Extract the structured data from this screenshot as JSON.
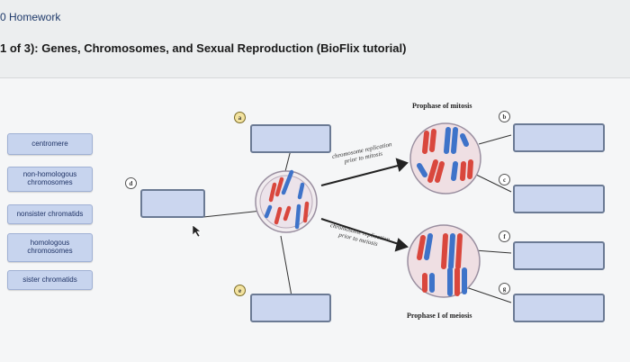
{
  "header": {
    "course": "0 Homework"
  },
  "assignment": {
    "title": "1 of 3): Genes, Chromosomes, and Sexual Reproduction (BioFlix tutorial)"
  },
  "labels": [
    "centromere",
    "non-homologous chromosomes",
    "nonsister chromatids",
    "homologous chromosomes",
    "sister chromatids"
  ],
  "diagram": {
    "prophase_mitosis": "Prophase of mitosis",
    "prophase_meiosis": "Prophase I of meiosis",
    "mitosis_replication": "chromosome replication prior to mitosis",
    "meiosis_replication": "chromosome replication prior to meiosis",
    "markers": {
      "a": "a",
      "b": "b",
      "c": "c",
      "d": "d",
      "e": "e",
      "f": "f",
      "g": "g"
    }
  },
  "colors": {
    "red": "#d9473d",
    "blue": "#3e73c9",
    "dropzone": "#cbd6ef"
  }
}
